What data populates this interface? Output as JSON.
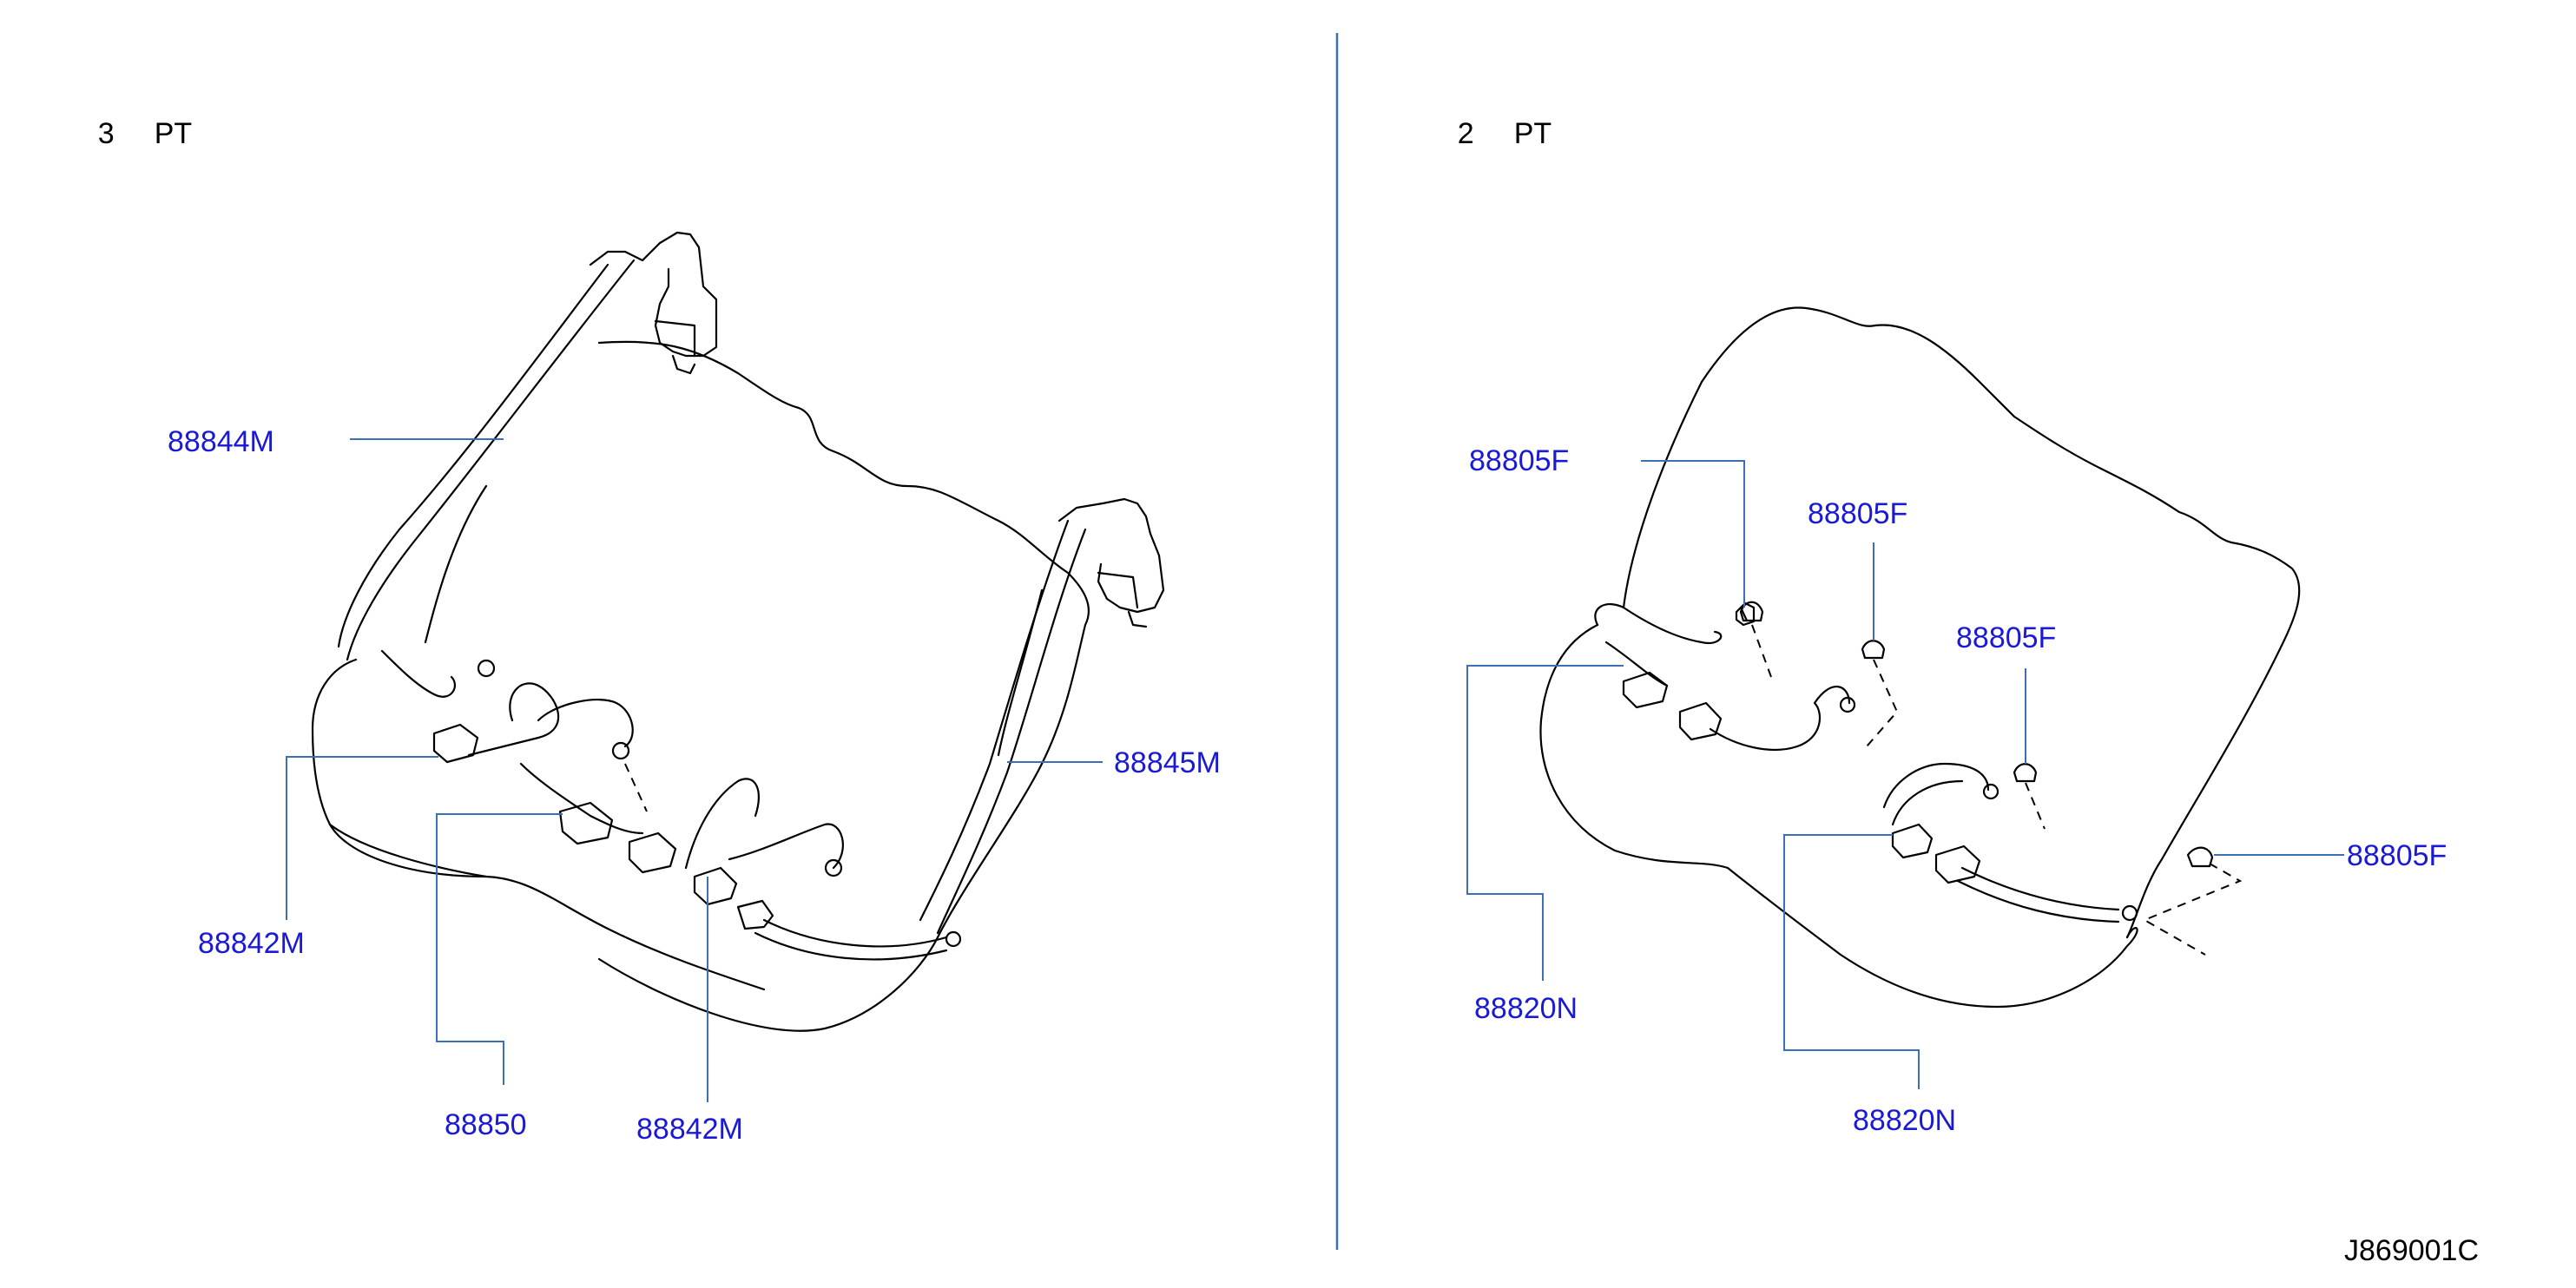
{
  "panels": [
    {
      "heading_num": "3",
      "heading_label": "PT"
    },
    {
      "heading_num": "2",
      "heading_label": "PT"
    }
  ],
  "callouts": [
    {
      "id": "c1",
      "text": "88844M"
    },
    {
      "id": "c2",
      "text": "88845M"
    },
    {
      "id": "c3",
      "text": "88842M"
    },
    {
      "id": "c4",
      "text": "88850"
    },
    {
      "id": "c5",
      "text": "88842M"
    },
    {
      "id": "c6",
      "text": "88805F"
    },
    {
      "id": "c7",
      "text": "88805F"
    },
    {
      "id": "c8",
      "text": "88805F"
    },
    {
      "id": "c9",
      "text": "88805F"
    },
    {
      "id": "c10",
      "text": "88820N"
    },
    {
      "id": "c11",
      "text": "88820N"
    }
  ],
  "diagram_code": "J869001C",
  "colors": {
    "callout": "#1a1ad6",
    "leader": "#3b6fb6",
    "divider": "#3b6fb6",
    "ink": "#000000"
  }
}
